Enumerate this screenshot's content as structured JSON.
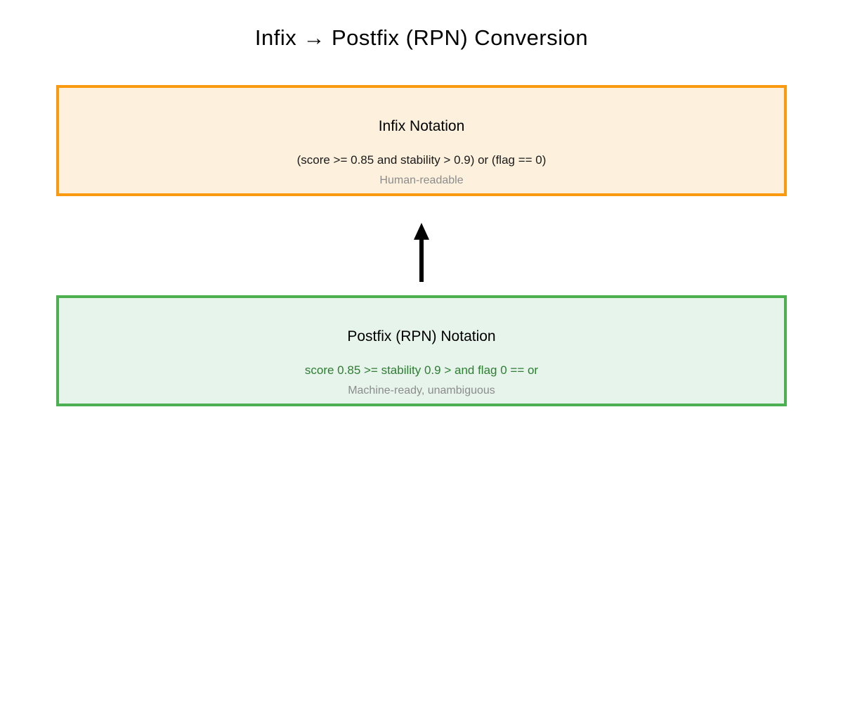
{
  "page": {
    "title": "Infix → Postfix (RPN) Conversion"
  },
  "infix_box": {
    "heading": "Infix Notation",
    "expression": "(score >= 0.85 and stability > 0.9) or (flag == 0)",
    "caption": "Human-readable",
    "border_color": "#FB9A0E",
    "fill_color": "#FDF1DE",
    "expression_color": "#1a1a1a"
  },
  "arrow": {
    "direction": "up",
    "color": "#000000"
  },
  "postfix_box": {
    "heading": "Postfix (RPN) Notation",
    "expression": "score 0.85 >= stability 0.9 > and flag 0 == or",
    "caption": "Machine-ready, unambiguous",
    "border_color": "#4CAF50",
    "fill_color": "#E7F4EB",
    "expression_color": "#2E7D32"
  },
  "colors": {
    "caption_gray": "#8C8C8C",
    "title_black": "#000000",
    "background": "#FFFFFF"
  }
}
